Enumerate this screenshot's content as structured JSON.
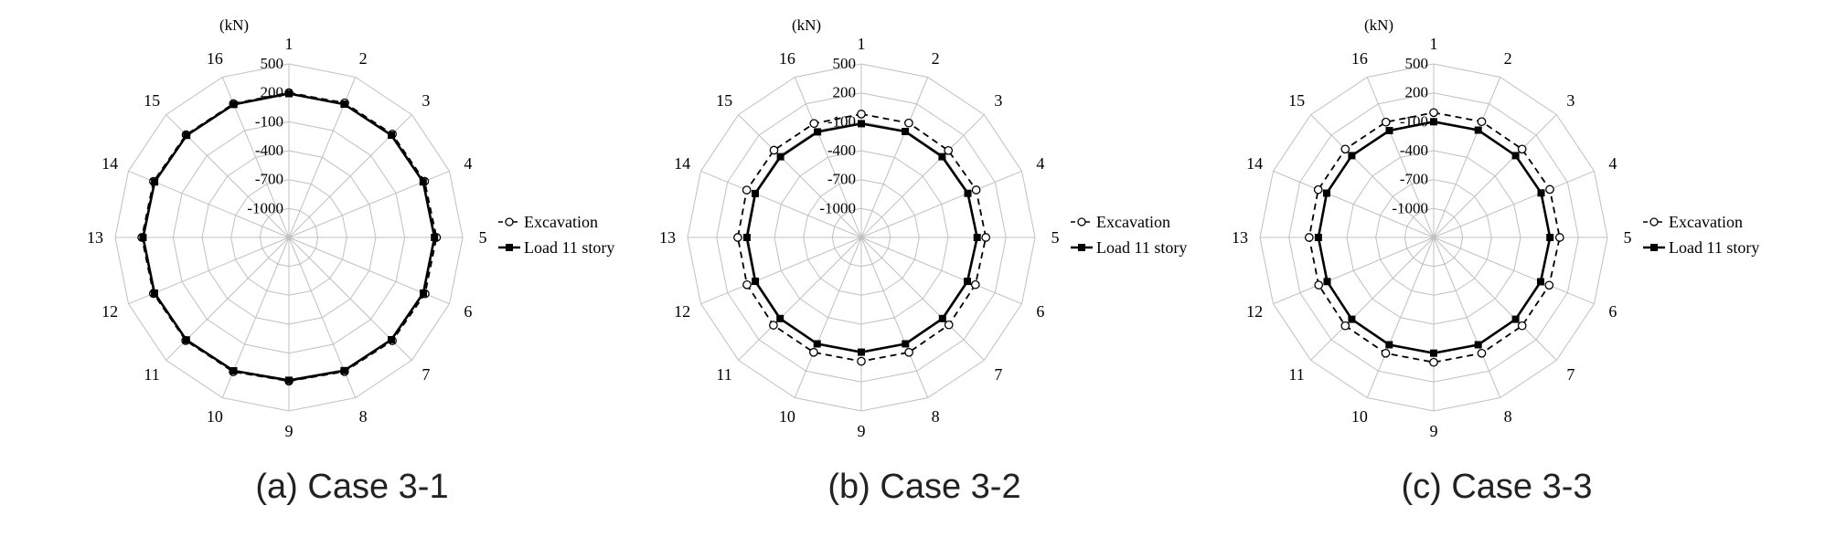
{
  "figure_colors": {
    "grid": "#c0c0c0",
    "series": "#000000",
    "background": "#ffffff"
  },
  "chart_data": [
    {
      "type": "radar",
      "caption": "(a) Case 3-1",
      "unit_label": "(kN)",
      "axes": [
        "1",
        "2",
        "3",
        "4",
        "5",
        "6",
        "7",
        "8",
        "9",
        "10",
        "11",
        "12",
        "13",
        "14",
        "15",
        "16"
      ],
      "rings": [
        -1000,
        -700,
        -400,
        -100,
        200,
        500
      ],
      "ring_labels": [
        "-1000",
        "-700",
        "-400",
        "-100",
        "200",
        "500"
      ],
      "range": [
        -1300,
        500
      ],
      "legend_position": "right",
      "series": [
        {
          "name": "Excavation",
          "marker": "open-circle",
          "line": "dashed",
          "values": [
            202,
            210,
            215,
            222,
            229,
            227,
            215,
            206,
            190,
            208,
            212,
            220,
            224,
            219,
            207,
            202
          ]
        },
        {
          "name": "Load 11 story",
          "marker": "filled-square",
          "line": "solid",
          "values": [
            192,
            196,
            200,
            205,
            208,
            207,
            200,
            195,
            182,
            197,
            203,
            208,
            212,
            206,
            198,
            194
          ]
        }
      ]
    },
    {
      "type": "radar",
      "caption": "(b) Case 3-2",
      "unit_label": "(kN)",
      "axes": [
        "1",
        "2",
        "3",
        "4",
        "5",
        "6",
        "7",
        "8",
        "9",
        "10",
        "11",
        "12",
        "13",
        "14",
        "15",
        "16"
      ],
      "rings": [
        -1000,
        -700,
        -400,
        -100,
        200,
        500
      ],
      "ring_labels": [
        "-1000",
        "-700",
        "-400",
        "-100",
        "200",
        "500"
      ],
      "range": [
        -1300,
        500
      ],
      "legend_position": "right",
      "series": [
        {
          "name": "Excavation",
          "marker": "open-circle",
          "line": "dashed",
          "values": [
            -20,
            -15,
            -25,
            -12,
            -10,
            -20,
            -18,
            -10,
            -15,
            -10,
            -12,
            -18,
            -20,
            -15,
            -20,
            -20
          ]
        },
        {
          "name": "Load 11 story",
          "marker": "filled-square",
          "line": "solid",
          "values": [
            -120,
            -110,
            -115,
            -105,
            -100,
            -110,
            -110,
            -105,
            -110,
            -105,
            -110,
            -112,
            -115,
            -110,
            -115,
            -115
          ]
        }
      ]
    },
    {
      "type": "radar",
      "caption": "(c) Case 3-3",
      "unit_label": "(kN)",
      "axes": [
        "1",
        "2",
        "3",
        "4",
        "5",
        "6",
        "7",
        "8",
        "9",
        "10",
        "11",
        "12",
        "13",
        "14",
        "15",
        "16"
      ],
      "rings": [
        -1000,
        -700,
        -400,
        -100,
        200,
        500
      ],
      "ring_labels": [
        "-1000",
        "-700",
        "-400",
        "-100",
        "200",
        "500"
      ],
      "range": [
        -1300,
        500
      ],
      "legend_position": "right",
      "series": [
        {
          "name": "Excavation",
          "marker": "open-circle",
          "line": "dashed",
          "values": [
            -5,
            0,
            -5,
            2,
            5,
            -5,
            -5,
            0,
            -5,
            0,
            -5,
            -10,
            -10,
            -5,
            -5,
            -5
          ]
        },
        {
          "name": "Load 11 story",
          "marker": "filled-square",
          "line": "solid",
          "values": [
            -100,
            -95,
            -100,
            -95,
            -95,
            -100,
            -100,
            -95,
            -100,
            -95,
            -100,
            -105,
            -105,
            -100,
            -100,
            -100
          ]
        }
      ]
    }
  ]
}
